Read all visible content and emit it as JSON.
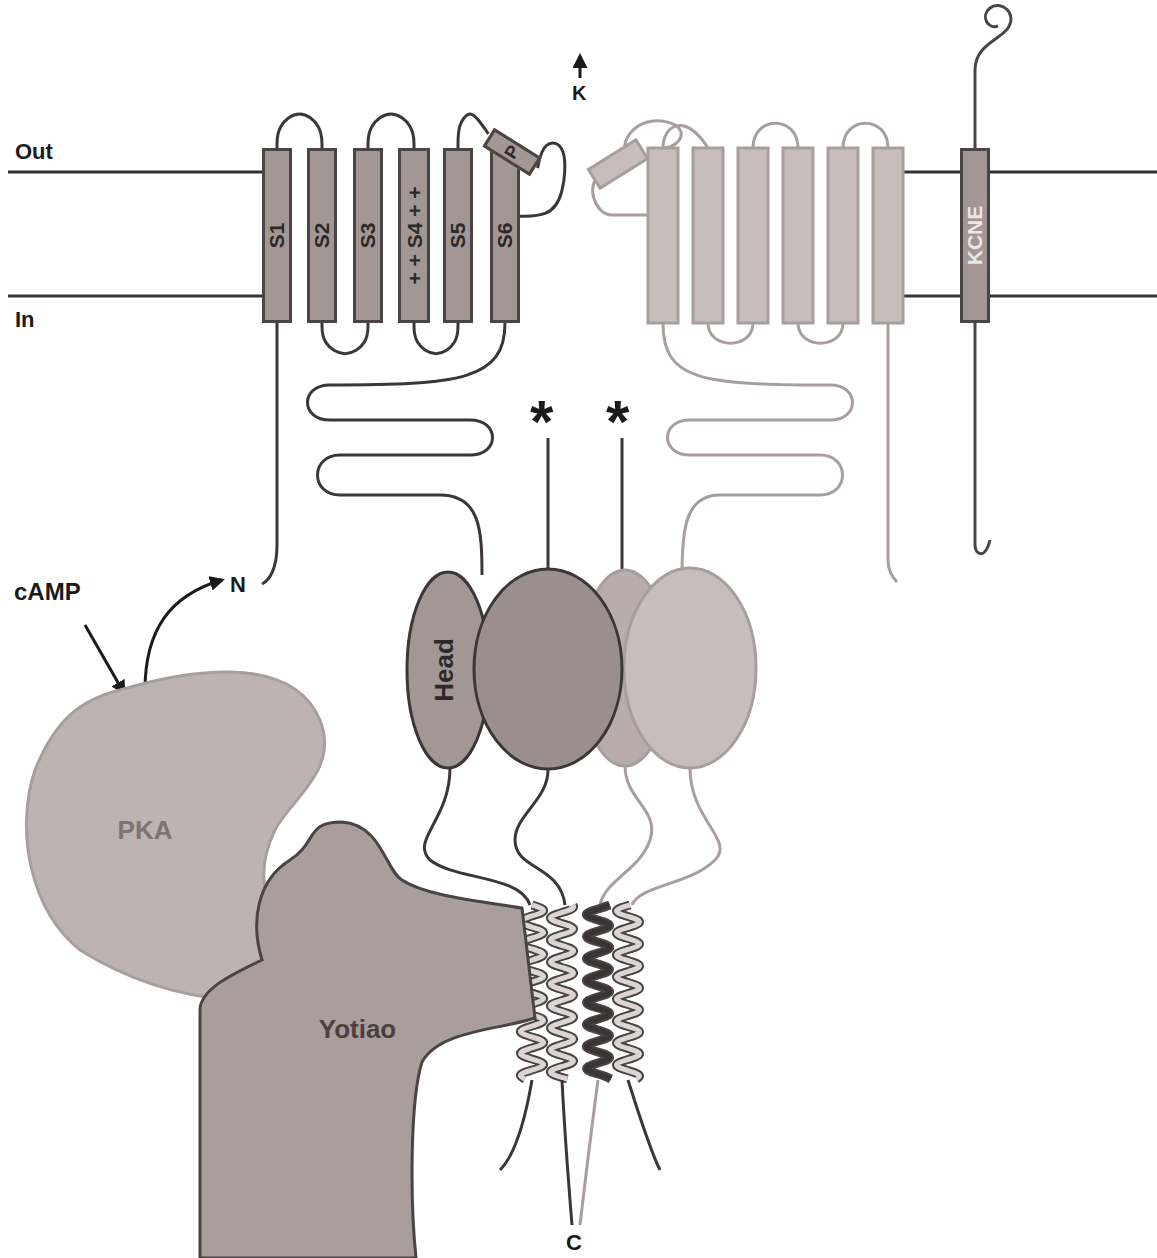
{
  "diagram": {
    "nodes": [
      {
        "text": [
          "S1"
        ]
      },
      {
        "text": [
          "S2"
        ]
      },
      {
        "text": [
          "S3"
        ]
      },
      {
        "text": [
          "+ + S4 + +"
        ]
      },
      {
        "text": [
          "S5"
        ]
      },
      {
        "text": [
          "S6"
        ]
      },
      {
        "text": [
          "P"
        ]
      },
      {
        "text": [
          "KCNE"
        ]
      },
      {
        "text": [
          "Head"
        ]
      },
      {
        "text": [
          "PKA"
        ]
      },
      {
        "text": [
          "Yotiao"
        ]
      }
    ],
    "edges": [
      {
        "from": 0,
        "to": 1,
        "arrow": "none"
      },
      {
        "from": 1,
        "to": 2,
        "arrow": "none"
      },
      {
        "from": 2,
        "to": 3,
        "arrow": "none"
      },
      {
        "from": 3,
        "to": 4,
        "arrow": "none"
      },
      {
        "from": 4,
        "to": 6,
        "arrow": "none"
      },
      {
        "from": 6,
        "to": 5,
        "arrow": "none"
      }
    ],
    "labels": [
      "Out",
      "In",
      "K",
      "N",
      "cAMP",
      "C",
      "*",
      "*"
    ]
  }
}
